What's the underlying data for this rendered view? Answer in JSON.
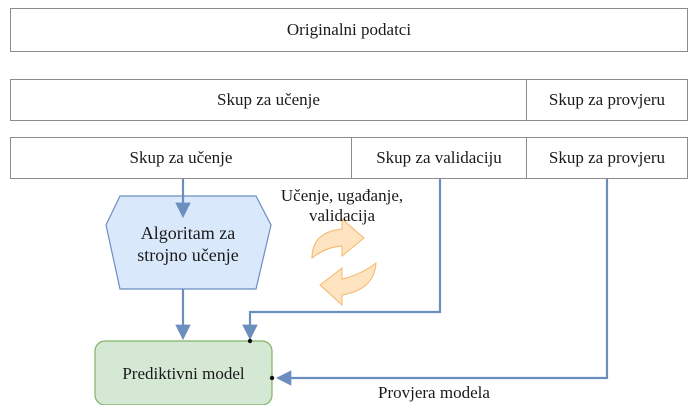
{
  "rows": {
    "original": "Originalni podatci",
    "split1_train": "Skup za učenje",
    "split1_test": "Skup za provjeru",
    "split2_train": "Skup za učenje",
    "split2_val": "Skup za validaciju",
    "split2_test": "Skup za provjeru"
  },
  "algorithm": {
    "line1": "Algoritam za",
    "line2": "strojno učenje"
  },
  "cycle": {
    "line1": "Učenje, ugađanje,",
    "line2": "validacija"
  },
  "model": "Prediktivni model",
  "evaluation": "Provjera modela",
  "colors": {
    "arrow": "#6c8ebf",
    "hex_fill": "#dae8fc",
    "hex_stroke": "#6c8ebf",
    "model_fill": "#d5e8d4",
    "model_stroke": "#82b366",
    "cycle_fill": "#fde3bf",
    "cycle_stroke": "#f2b86a"
  }
}
